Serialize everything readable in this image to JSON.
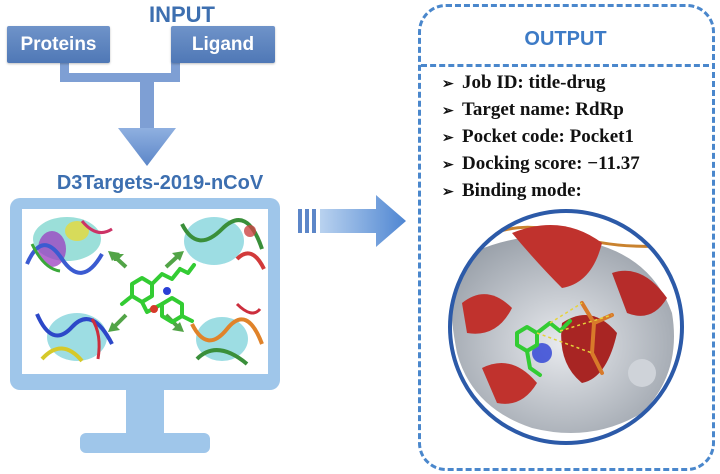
{
  "input": {
    "title": "INPUT",
    "proteins_label": "Proteins",
    "ligand_label": "Ligand"
  },
  "server": {
    "title": "D3Targets-2019-nCoV"
  },
  "output": {
    "title": "OUTPUT",
    "items": [
      {
        "label": "Job ID: title-drug"
      },
      {
        "label": "Target name: RdRp"
      },
      {
        "label": "Pocket code: Pocket1"
      },
      {
        "label": "Docking score: −11.37"
      },
      {
        "label": "Binding mode:"
      }
    ]
  },
  "colors": {
    "accent_blue": "#4a87cc",
    "label_blue": "#3d6fb0",
    "box_blue": "#5b80bd",
    "monitor_blue": "#9fc6ea",
    "connector_blue": "#7e9fd4",
    "green_arrow": "#52a447",
    "ligand_green": "#33cc33",
    "surface_red": "#c0322d"
  },
  "icons": [
    "bullet-arrow-icon",
    "monitor-icon",
    "down-arrow-icon",
    "right-arrow-icon",
    "protein-structure-icon",
    "ligand-molecule-icon",
    "binding-pocket-icon"
  ]
}
